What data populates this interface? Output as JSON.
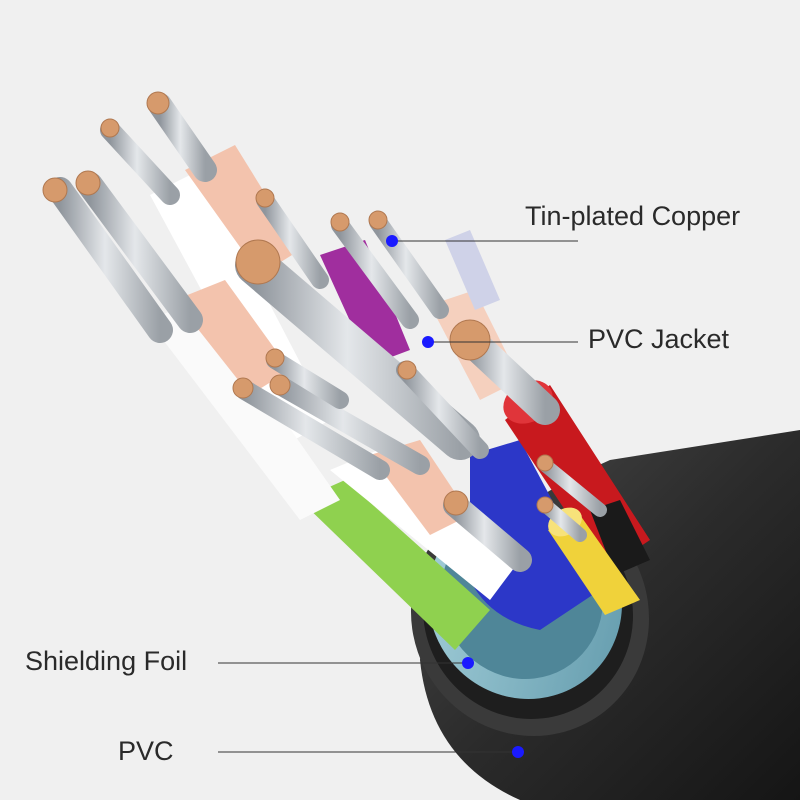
{
  "labels": {
    "tin_plated_copper": "Tin-plated Copper",
    "pvc_jacket": "PVC Jacket",
    "shielding_foil": "Shielding Foil",
    "pvc": "PVC"
  },
  "colors": {
    "background": "#f0f0f0",
    "marker": "#1a1aff",
    "leader_line": "#333333",
    "outer_sheath": "#2b2b2b",
    "shield": "#7fb3c2",
    "red": "#c8191e",
    "yellow": "#f0d23a",
    "blue": "#2c37c8",
    "green": "#8fd14f",
    "magenta": "#a02e9e",
    "white": "#ffffff",
    "peach": "#f3c3ad",
    "copper": "#d69a6c",
    "tin": "#c7cbd0"
  }
}
